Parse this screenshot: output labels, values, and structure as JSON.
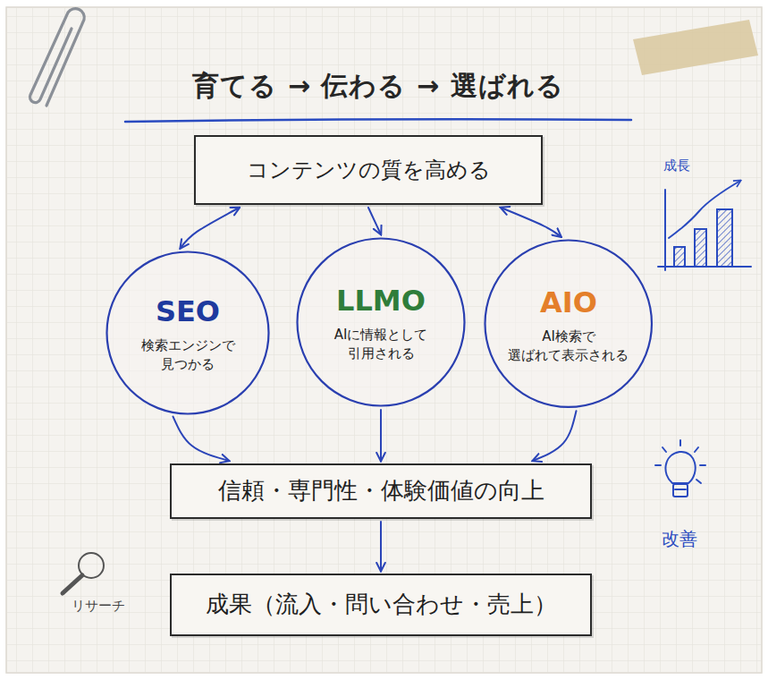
{
  "diagram": {
    "title": "育てる → 伝わる → 選ばれる",
    "nodes": [
      {
        "text": [
          "コンテンツの質を高める"
        ]
      },
      {
        "text": [
          "SEO",
          "検索エンジンで 見つかる"
        ]
      },
      {
        "text": [
          "LLMO",
          "AIに情報として 引用される"
        ]
      },
      {
        "text": [
          "AIO",
          "AI検索で 選ばれて表示される"
        ]
      },
      {
        "text": [
          "信頼・専門性・体験価値の向上"
        ]
      },
      {
        "text": [
          "成果（流入・問い合わせ・売上）"
        ]
      }
    ],
    "edges": [
      {
        "from": 0,
        "to": 1,
        "arrow": "both"
      },
      {
        "from": 0,
        "to": 2,
        "arrow": "to"
      },
      {
        "from": 0,
        "to": 3,
        "arrow": "both"
      },
      {
        "from": 1,
        "to": 4,
        "arrow": "to"
      },
      {
        "from": 2,
        "to": 4,
        "arrow": "to"
      },
      {
        "from": 3,
        "to": 4,
        "arrow": "to"
      },
      {
        "from": 4,
        "to": 5,
        "arrow": "to"
      }
    ],
    "labels": [
      "成長",
      "改善",
      "リサーチ"
    ]
  }
}
